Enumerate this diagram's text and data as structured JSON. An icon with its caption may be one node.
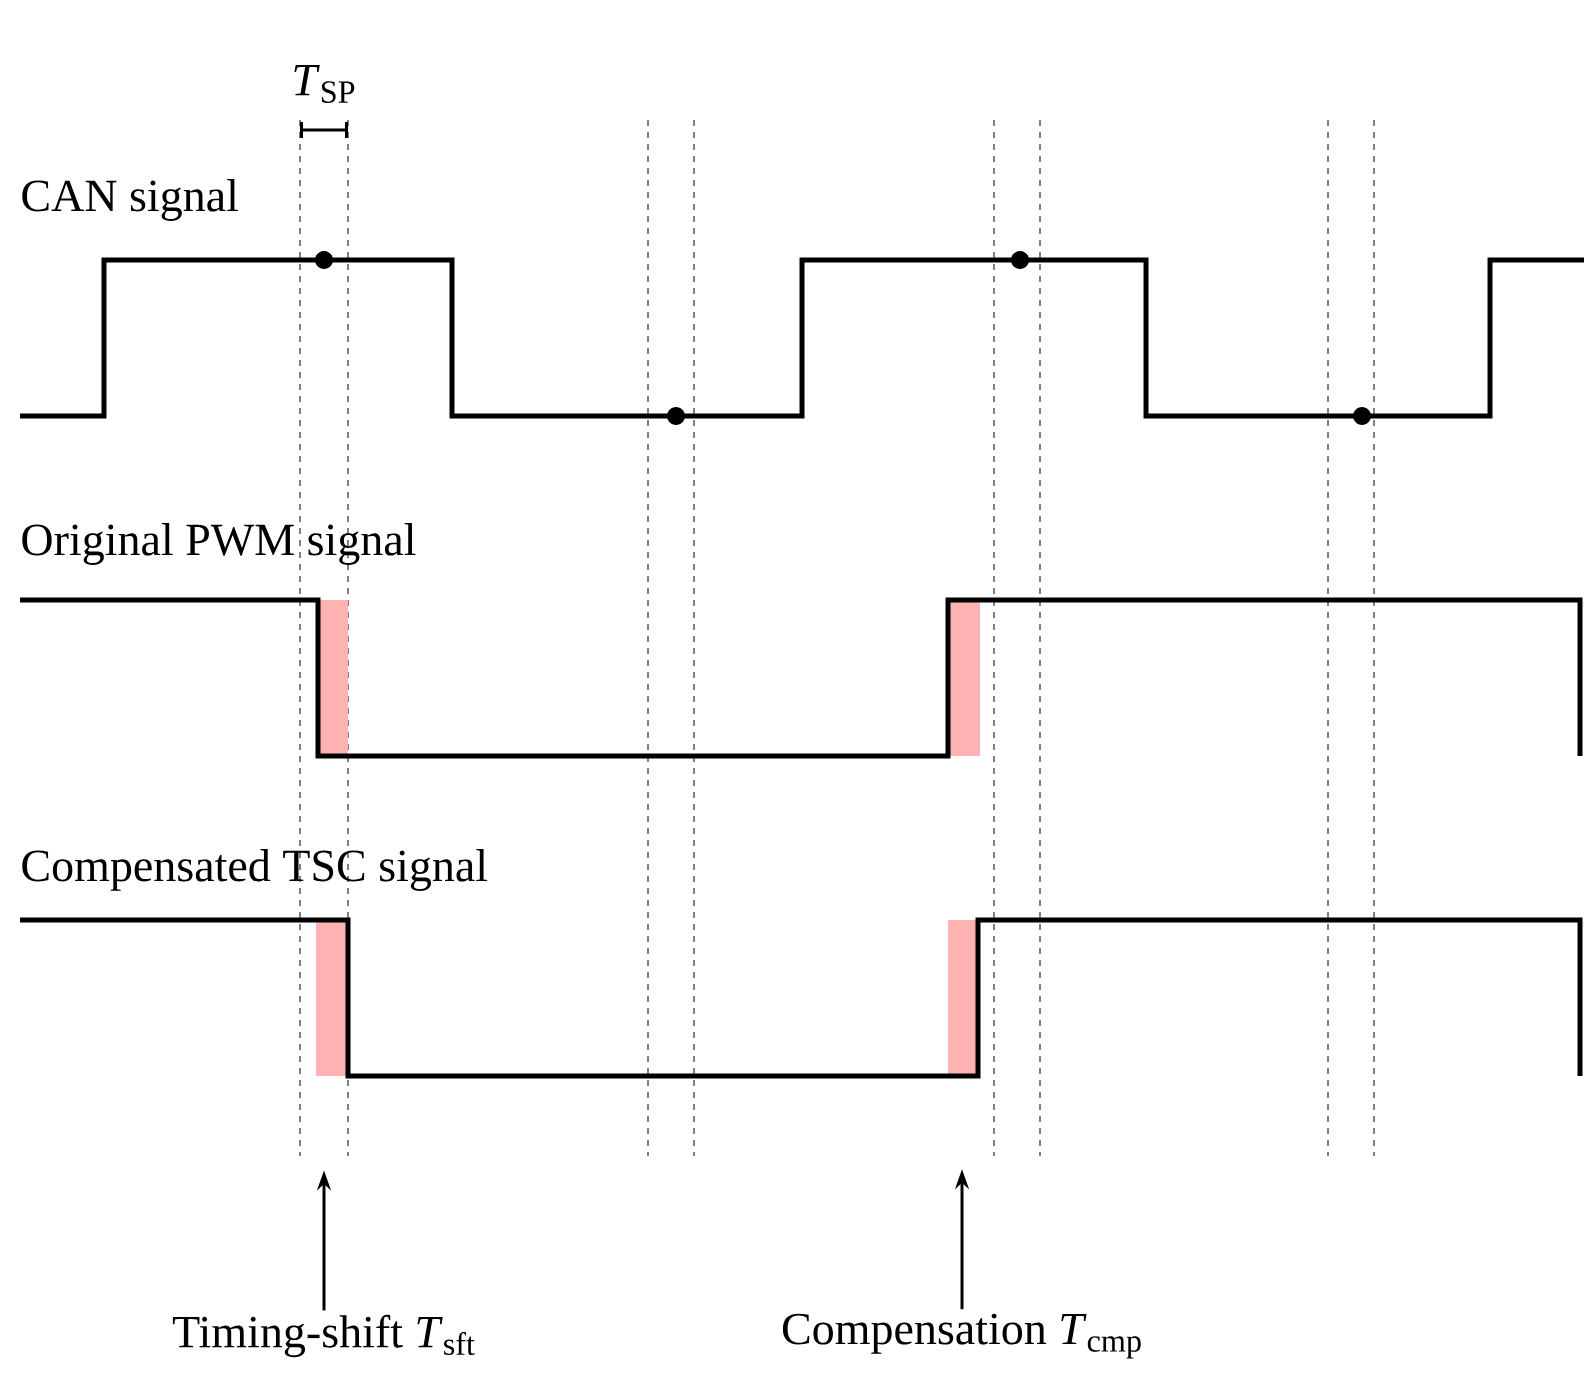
{
  "diagram": {
    "nodes": [
      {
        "text": [
          "Timing-shift *T*$_{sft}$"
        ]
      },
      {
        "text": [
          "Compensation *T*$_{cmp}$"
        ]
      }
    ],
    "edges": [
      {
        "from": 0,
        "to": null,
        "arrow": "to"
      },
      {
        "from": 1,
        "to": null,
        "arrow": "to"
      }
    ],
    "labels": [
      "*T*$_{SP}$",
      "CAN signal",
      "Original PWM signal",
      "Compensated TSC signal"
    ]
  }
}
